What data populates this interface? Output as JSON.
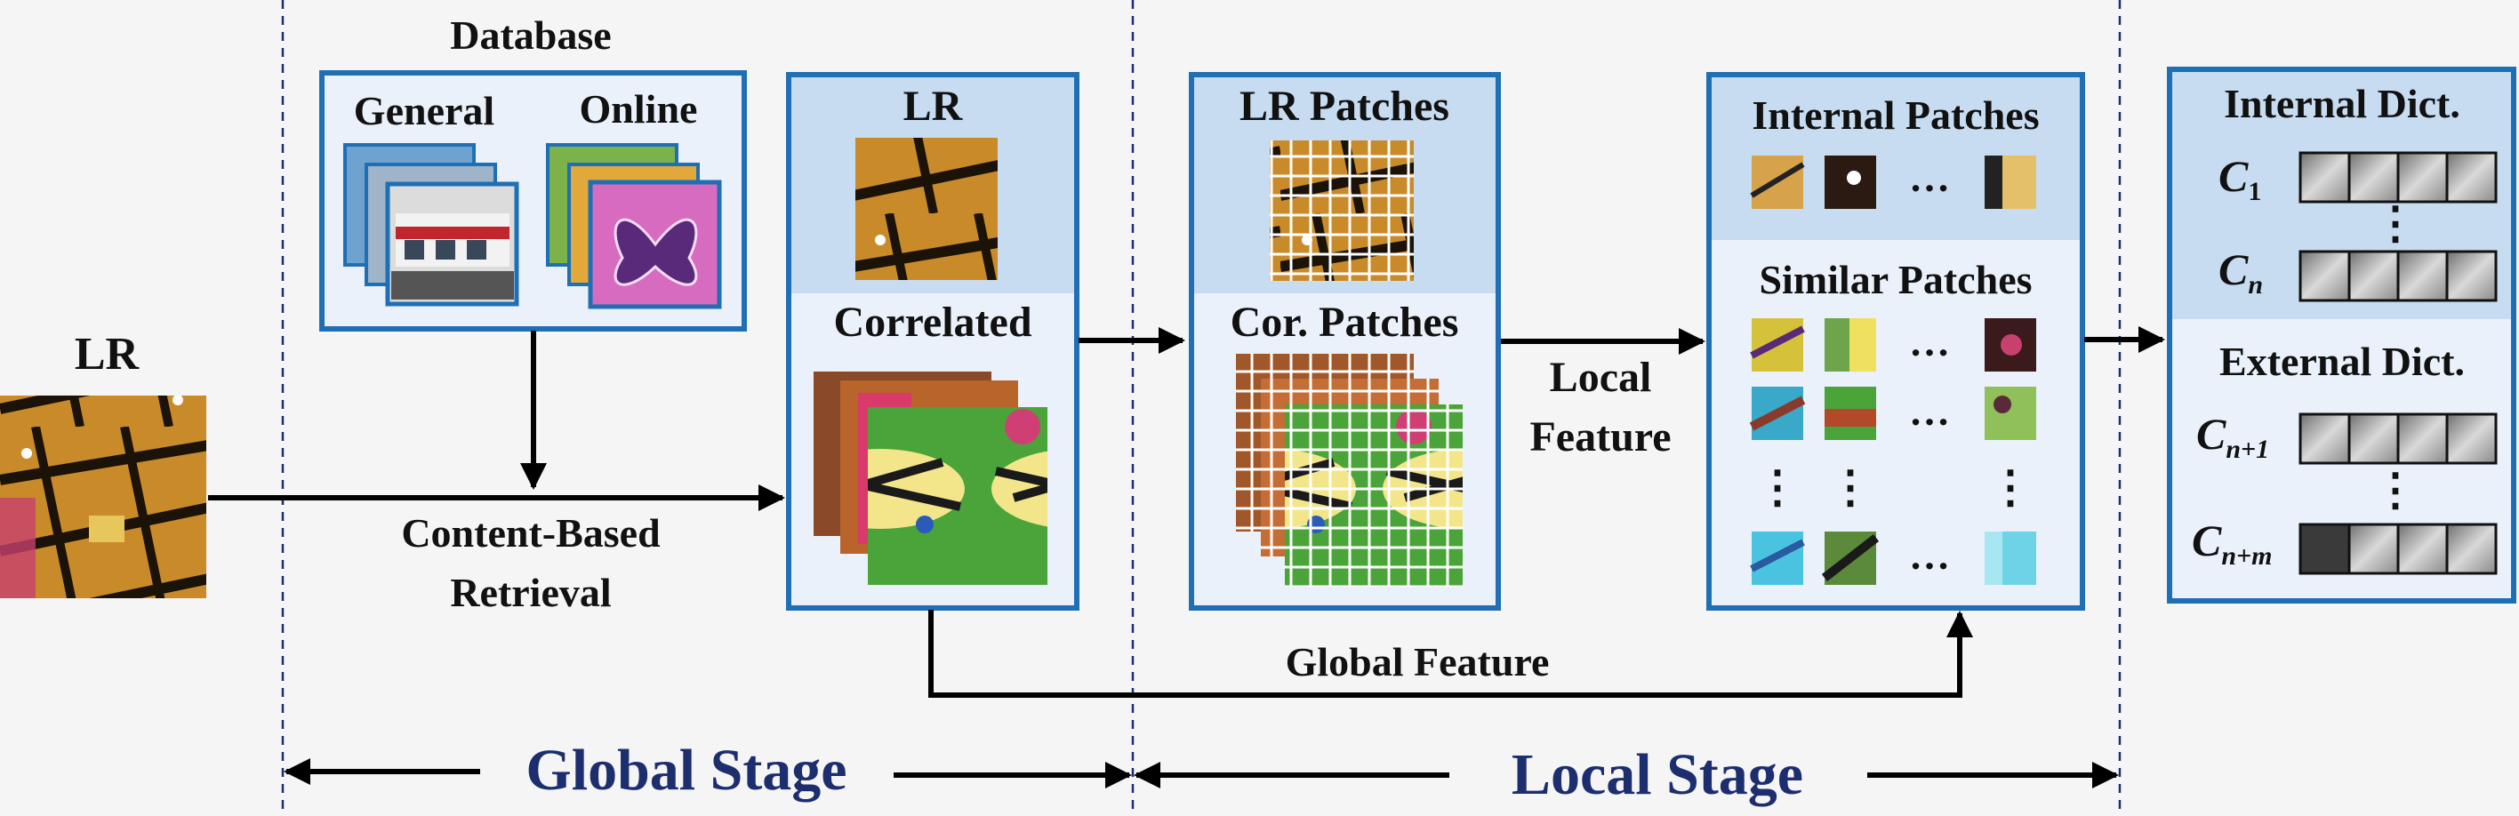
{
  "left": {
    "label": "LR"
  },
  "database": {
    "title": "Database",
    "general_label": "General",
    "online_label": "Online"
  },
  "retrieval_label": [
    "Content-Based",
    "Retrieval"
  ],
  "global_box": {
    "top_label": "LR",
    "bottom_label": "Correlated"
  },
  "local_box": {
    "top_label": "LR Patches",
    "bottom_label": "Cor. Patches"
  },
  "local_feature_label": [
    "Local",
    "Feature"
  ],
  "global_feature_label": "Global Feature",
  "patches_box": {
    "internal_label": "Internal Patches",
    "similar_label": "Similar Patches",
    "ellipsis": "…",
    "vdots": "⋮"
  },
  "dict_box": {
    "internal_label": "Internal Dict.",
    "external_label": "External Dict.",
    "c1": {
      "base": "C",
      "sub": "1"
    },
    "cn": {
      "base": "C",
      "sub": "n"
    },
    "cn1": {
      "base": "C",
      "sub": "n+1"
    },
    "cnm": {
      "base": "C",
      "sub": "n+m"
    },
    "vdots": "⋮"
  },
  "stages": {
    "global": "Global Stage",
    "local": "Local Stage"
  },
  "colors": {
    "box_border": "#1f6fb5",
    "box_fill": "#eaf1fa",
    "box_header": "#c7dcf0",
    "stage_text": "#1d2e6e",
    "butterfly_yellow": "#f0c42a",
    "leaf_green": "#3f9a2e"
  }
}
